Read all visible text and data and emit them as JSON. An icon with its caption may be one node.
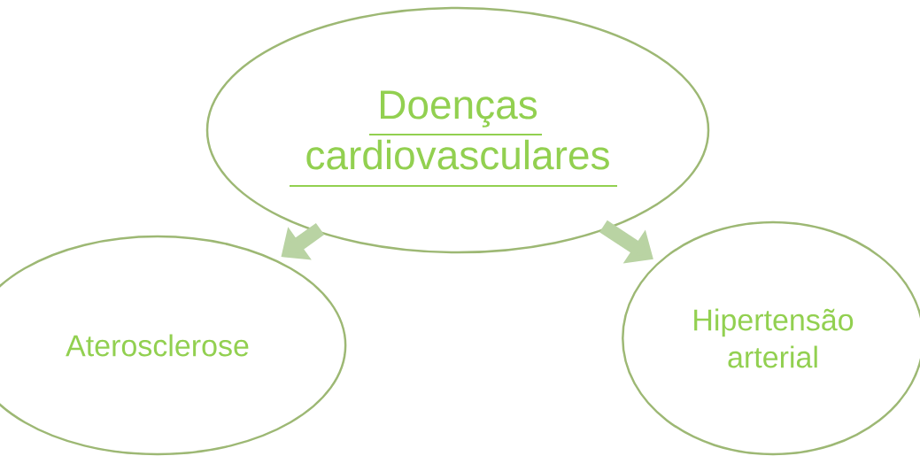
{
  "diagram": {
    "nodes": [
      {
        "text": [
          "Doenças cardiovasculares"
        ]
      },
      {
        "text": [
          "Aterosclerose"
        ]
      },
      {
        "text": [
          "Hipertensão arterial"
        ]
      }
    ],
    "edges": [
      {
        "from": 0,
        "to": 1,
        "arrow": "to"
      },
      {
        "from": 0,
        "to": 2,
        "arrow": "to"
      }
    ]
  }
}
